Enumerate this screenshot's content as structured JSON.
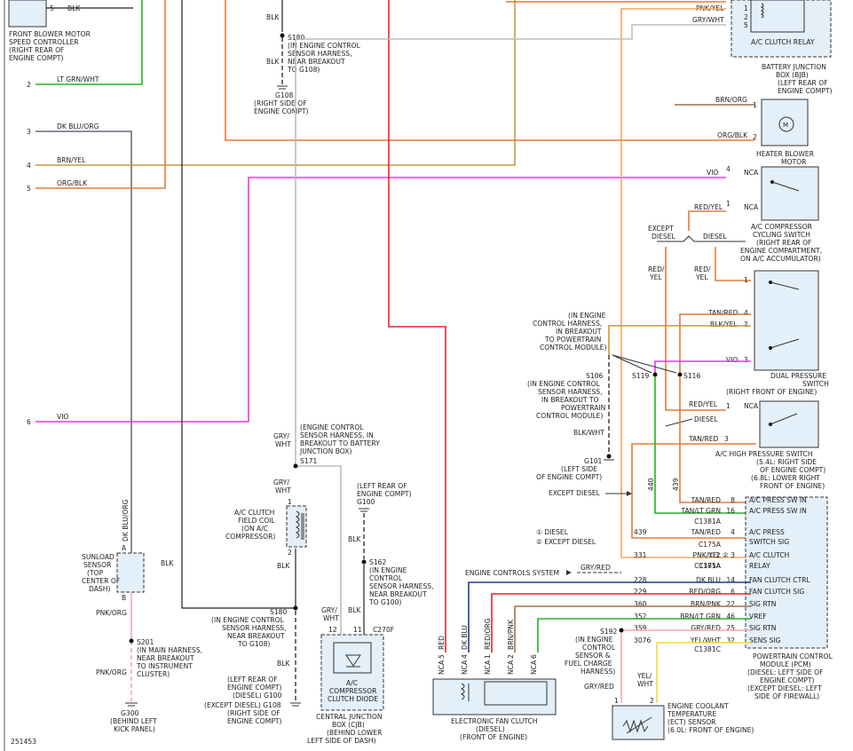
{
  "diagram_id": "251453",
  "colors": {
    "black": "#222222",
    "red": "#e8232a",
    "orange": "#e07b39",
    "tan": "#c79a3a",
    "violet": "#f233e0",
    "green": "#22b522",
    "gray": "#bdbdbd",
    "pink": "#f5a8a8",
    "blue": "#1d3c8f",
    "yellow": "#f0dc3c",
    "dkblu": "#6a6a7a",
    "brn": "#a0704a"
  },
  "left": {
    "blower_ctrl": [
      "FRONT BLOWER MOTOR",
      "SPEED CONTROLLER",
      "(RIGHT REAR OF",
      "ENGINE COMPT)"
    ],
    "pin5": "5",
    "blk": "BLK",
    "wires": [
      {
        "pin": "2",
        "label": "LT GRN/WHT"
      },
      {
        "pin": "3",
        "label": "DK BLU/ORG"
      },
      {
        "pin": "4",
        "label": "BRN/YEL"
      },
      {
        "pin": "5",
        "label": "ORG/BLK"
      },
      {
        "pin": "6",
        "label": "VIO"
      }
    ],
    "dkblu_org_vert": "DK BLU/ORG",
    "blk2": "BLK",
    "sunload": [
      "SUNLOAD",
      "SENSOR",
      "(TOP",
      "CENTER OF",
      "DASH)"
    ],
    "pin_a": "A",
    "pin_b": "B",
    "pnk_org": "PNK/ORG",
    "s201": [
      "S201",
      "(IN MAIN HARNESS,",
      "NEAR BREAKOUT",
      "TO INSTRUMENT",
      "CLUSTER)"
    ],
    "pnk_org2": "PNK/ORG",
    "g300": [
      "G300",
      "(BEHIND LEFT",
      "KICK PANEL)"
    ]
  },
  "top": {
    "blk_a": "BLK",
    "s180": [
      "S180",
      "(IN ENGINE CONTROL",
      "SENSOR HARNESS,",
      "NEAR BREAKOUT",
      "TO G108)"
    ],
    "blk_b": "BLK",
    "g108": [
      "G108",
      "(RIGHT SIDE OF",
      "ENGINE COMPT)"
    ]
  },
  "middle": {
    "s171": [
      "(ENGINE CONTROL",
      "SENSOR HARNESS, IN",
      "BREAKOUT TO BATTERY",
      "JUNCTION BOX)",
      "S171"
    ],
    "gry_wht_a": [
      "GRY/",
      "WHT"
    ],
    "gry_wht_b": [
      "GRY/",
      "WHT"
    ],
    "clutch_coil": [
      "A/C CLUTCH",
      "FIELD COIL",
      "(ON A/C",
      "COMPRESSOR)"
    ],
    "pin1": "1",
    "pin2": "2",
    "blk_c": "BLK",
    "s180b": [
      "S180",
      "(IN ENGINE CONTROL",
      "SENSOR HARNESS,",
      "NEAR BREAKOUT",
      "TO G108)"
    ],
    "blk_d": "BLK",
    "g100_g108": [
      "(LEFT REAR OF",
      "ENGINE COMPT)",
      "(DIESEL)   G100",
      "(EXCEPT DIESEL)   G108",
      "(RIGHT SIDE OF",
      "ENGINE COMPT)"
    ],
    "g100b": [
      "(LEFT REAR OF",
      "ENGINE COMPT)",
      "G100"
    ],
    "blk_e": "BLK",
    "s162": [
      "S162",
      "(IN ENGINE",
      "CONTROL",
      "SENSOR HARNESS,",
      "NEAR BREAKOUT",
      "TO G100)"
    ],
    "gry_wht_c": [
      "GRY/",
      "WHT"
    ],
    "blk_f": "BLK",
    "pin12": "12",
    "pin11": "11",
    "c270f": "C270F",
    "diode": [
      "A/C",
      "COMPRESSOR",
      "CLUTCH DIODE"
    ],
    "cjb": [
      "CENTRAL JUNCTION",
      "BOX (CJB)",
      "(BEHIND LOWER",
      "LEFT SIDE OF DASH)"
    ]
  },
  "right": {
    "ac_relay_wires": [
      {
        "pin": "1",
        "label": "PNK/YEL"
      },
      {
        "pin": "2",
        "label": ""
      },
      {
        "pin": "5",
        "label": "GRY/WHT"
      }
    ],
    "ac_relay": "A/C CLUTCH RELAY",
    "bjb": [
      "BATTERY JUNCTION",
      "BOX (BJB)",
      "(LEFT REAR OF",
      "ENGINE COMPT)"
    ],
    "blower_wires": [
      {
        "pin": "1",
        "label": "BRN/ORG"
      },
      {
        "pin": "2",
        "label": "ORG/BLK"
      }
    ],
    "blower_motor": [
      "HEATER BLOWER",
      "MOTOR"
    ],
    "cycling_wires": [
      {
        "pin": "4",
        "label": "VIO",
        "nca": "NCA"
      },
      {
        "pin": "1",
        "label": "RED/YEL",
        "nca": "NCA"
      }
    ],
    "cycling": [
      "A/C COMPRESSOR",
      "CYCLING SWITCH",
      "(RIGHT REAR OF",
      "ENGINE COMPARTMENT,",
      "ON A/C ACCUMULATOR)"
    ],
    "except_diesel": [
      "EXCEPT",
      "DIESEL"
    ],
    "diesel": "DIESEL",
    "red_yel_a": [
      "RED/",
      "YEL"
    ],
    "red_yel_b": [
      "RED/",
      "YEL"
    ],
    "dual_wires": [
      {
        "pin": "1",
        "label": ""
      },
      {
        "pin": "4",
        "label": "TAN/RED"
      },
      {
        "pin": "2",
        "label": "BLK/YEL"
      },
      {
        "pin": "3",
        "label": "VIO"
      }
    ],
    "dual": [
      "DUAL PRESSURE",
      "SWITCH",
      "(RIGHT FRONT OF ENGINE)"
    ],
    "s119": "S119",
    "s116": "S116",
    "breakout_pcm": [
      "(IN ENGINE",
      "CONTROL HARNESS,",
      "IN BREAKOUT",
      "TO POWERTRAIN",
      "CONTROL MODULE)"
    ],
    "s106": [
      "S106",
      "(IN ENGINE CONTROL",
      "SENSOR HARNESS,",
      "IN BREAKOUT TO",
      "POWERTRAIN",
      "CONTROL MODULE)"
    ],
    "blk_wht": "BLK/WHT",
    "g101": [
      "G101",
      "(LEFT SIDE",
      "OF ENGINE COMPT)"
    ],
    "hp_wires": [
      {
        "pin": "1",
        "label": "RED/YEL",
        "nca": "NCA"
      },
      {
        "pin": "3",
        "label": "TAN/RED",
        "nca": ""
      }
    ],
    "diesel_arrow": "DIESEL",
    "hp": [
      "A/C HIGH PRESSURE SWITCH",
      "(5.4L: RIGHT SIDE",
      "OF ENGINE COMPT)",
      "(6.8L: LOWER RIGHT",
      "FRONT OF ENGINE)"
    ],
    "except_diesel_arrow": "EXCEPT DIESEL",
    "v440": "440",
    "v439": "439",
    "legend": [
      "① DIESEL",
      "② EXCEPT DIESEL"
    ],
    "engine_controls": "ENGINE CONTROLS SYSTEM",
    "gry_red": "GRY/RED",
    "pcm_rows": [
      {
        "circuit": "",
        "label": "TAN/RED",
        "pin": "8",
        "func": "A/C PRESS SW IN"
      },
      {
        "circuit": "",
        "label": "TAN/LT GRN",
        "pin": "16",
        "func": "A/C PRESS SW IN"
      },
      {
        "circuit": "",
        "label": "C1381A",
        "pin": "",
        "func": ""
      },
      {
        "circuit": "439",
        "label": "TAN/RED",
        "pin": "4",
        "func": "A/C PRESS"
      },
      {
        "circuit": "",
        "label": "",
        "pin": "",
        "func": "SWITCH SIG"
      },
      {
        "circuit": "",
        "label": "C175A",
        "pin": "",
        "func": ""
      },
      {
        "circuit": "331",
        "label": "PNK/YEL",
        "pin": "① 2   ② 3",
        "func": "A/C CLUTCH"
      },
      {
        "circuit": "",
        "label": "C1381A",
        "pin": "",
        "func": "RELAY"
      },
      {
        "circuit": "",
        "label": "C175A",
        "pin": "",
        "func": ""
      },
      {
        "circuit": "228",
        "label": "DK BLU",
        "pin": "14",
        "func": "FAN CLUTCH CTRL"
      },
      {
        "circuit": "229",
        "label": "RED/ORG",
        "pin": "6",
        "func": "FAN CLUTCH SIG"
      },
      {
        "circuit": "360",
        "label": "BRN/PNK",
        "pin": "22",
        "func": "SIG RTN"
      },
      {
        "circuit": "352",
        "label": "BRN/LT GRN",
        "pin": "46",
        "func": "VREF"
      },
      {
        "circuit": "359",
        "label": "GRY/RED",
        "pin": "25",
        "func": "SIG RTN"
      },
      {
        "circuit": "3076",
        "label": "YEL/WHT",
        "pin": "32",
        "func": "SENS SIG"
      },
      {
        "circuit": "",
        "label": "C1381C",
        "pin": "",
        "func": ""
      }
    ],
    "pcm": [
      "POWERTRAIN CONTROL",
      "MODULE (PCM)",
      "(DIESEL: LEFT SIDE OF",
      "ENGINE COMPT)",
      "(EXCEPT DIESEL: LEFT",
      "SIDE OF FIREWALL)"
    ],
    "s192": [
      "S192",
      "(IN ENGINE",
      "CONTROL",
      "SENSOR &",
      "FUEL CHARGE",
      "HARNESS)"
    ],
    "gry_red_b": "GRY/RED",
    "yel_wht": [
      "YEL/",
      "WHT"
    ],
    "fan_pins": [
      {
        "nca": "NCA",
        "pin": "5",
        "label": "RED"
      },
      {
        "nca": "NCA",
        "pin": "4",
        "label": "DK BLU"
      },
      {
        "nca": "NCA",
        "pin": "1",
        "label": "RED/ORG"
      },
      {
        "nca": "NCA",
        "pin": "2",
        "label": "BRN/PNK"
      },
      {
        "nca": "NCA",
        "pin": "6",
        "label": ""
      }
    ],
    "fan_clutch": [
      "ELECTRONIC FAN CLUTCH",
      "(DIESEL)",
      "(FRONT OF ENGINE)"
    ],
    "ect": [
      "ENGINE COOLANT",
      "TEMPERATURE",
      "(ECT) SENSOR",
      "(6.0L: FRONT OF ENGINE)"
    ],
    "ect_pins": [
      "1",
      "2"
    ]
  }
}
